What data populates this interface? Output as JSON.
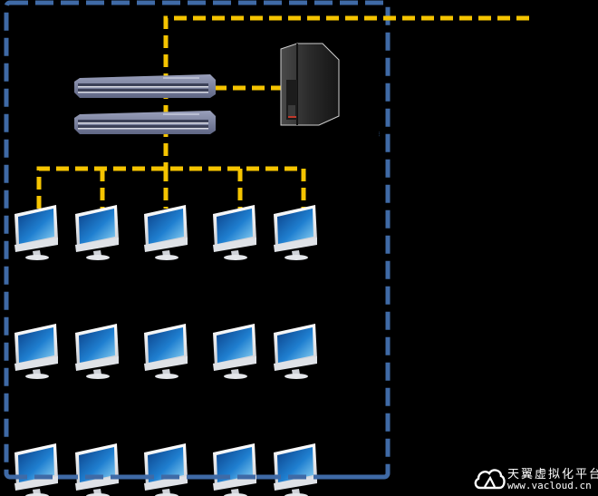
{
  "diagram": {
    "title": "Network topology: switches, server and client desktops",
    "colors": {
      "background": "#000000",
      "boundary_dash": "#3f6aa6",
      "link_dash": "#f5c400",
      "switch_body": "#7a82a0",
      "monitor_screen": "#1d6fc4",
      "monitor_frame": "#e8eaee",
      "server_body": "#2a2a2a",
      "server_accent": "#c0392b"
    },
    "nodes": {
      "switches": [
        {
          "id": "switch-1",
          "icon": "network-switch-icon"
        },
        {
          "id": "switch-2",
          "icon": "network-switch-icon"
        }
      ],
      "server": {
        "id": "server",
        "icon": "tower-server-icon"
      },
      "client_rows": [
        {
          "row": 1,
          "connected": true,
          "clients": [
            "pc-1-1",
            "pc-1-2",
            "pc-1-3",
            "pc-1-4",
            "pc-1-5"
          ]
        },
        {
          "row": 2,
          "connected": false,
          "clients": [
            "pc-2-1",
            "pc-2-2",
            "pc-2-3",
            "pc-2-4",
            "pc-2-5"
          ]
        },
        {
          "row": 3,
          "connected": false,
          "clients": [
            "pc-3-1",
            "pc-3-2",
            "pc-3-3",
            "pc-3-4",
            "pc-3-5"
          ]
        }
      ]
    },
    "boundary_label": "···"
  },
  "watermark": {
    "title": "天翼虚拟化平台",
    "url": "www.vacloud.cn",
    "icon": "cloud-logo-icon"
  }
}
